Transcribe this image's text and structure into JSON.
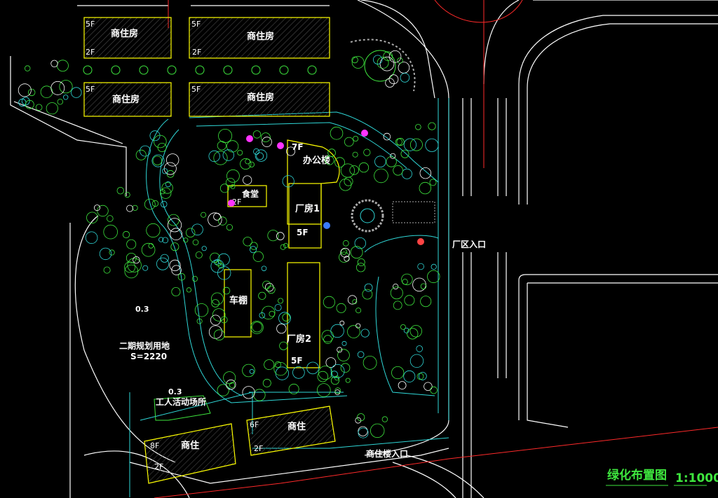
{
  "buildings": {
    "housing_tl_top": {
      "floors_top": "5F",
      "name": "商住房",
      "floors_bottom": "2F"
    },
    "housing_tr_top": {
      "floors_top": "5F",
      "name": "商住房",
      "floors_bottom": "2F"
    },
    "housing_tl_bot": {
      "floors_top": "5F",
      "name": "商住房"
    },
    "housing_tr_bot": {
      "floors_top": "5F",
      "name": "商住房"
    },
    "office": {
      "floors": "7F",
      "name": "办公楼"
    },
    "canteen": {
      "name": "食堂",
      "floors": "2F"
    },
    "factory1": {
      "name": "厂房1",
      "floors": "5F"
    },
    "garage": {
      "name": "车棚"
    },
    "factory2": {
      "name": "厂房2",
      "floors": "5F"
    },
    "housing_bl": {
      "floors_top": "8F",
      "name": "商住",
      "floors_bottom": "2F"
    },
    "housing_br": {
      "floors_top": "6F",
      "name": "商住",
      "floors_bottom": "2F"
    }
  },
  "areas": {
    "phase2": {
      "coef": "0.3",
      "name": "二期规划用地",
      "size": "S=2220"
    },
    "activity": {
      "coef": "0.3",
      "name": "工人活动场所"
    }
  },
  "entrances": {
    "factory_entry": "厂区入口",
    "housing_entry": "商住楼入口"
  },
  "drawing": {
    "title": "绿化布置图",
    "scale": "1:1000"
  },
  "colors": {
    "building_outline": "#ffff00",
    "road_outline": "#ffffff",
    "road_cyan": "#2fd7d7",
    "redline": "#ff2a2a",
    "title_green": "#3ee63e"
  }
}
